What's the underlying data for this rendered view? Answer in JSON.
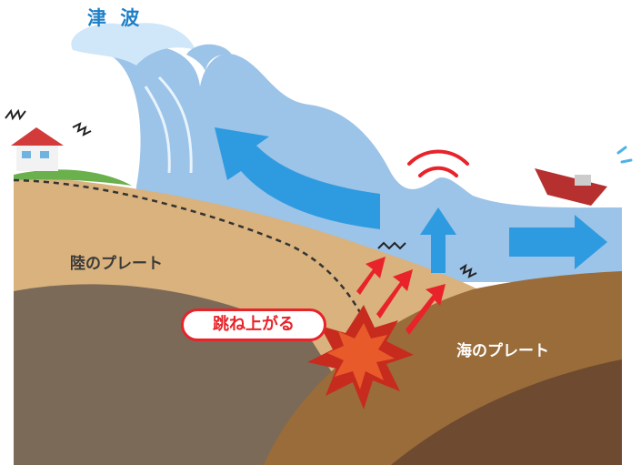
{
  "title": "津 波",
  "labels": {
    "land_plate": "陸のプレート",
    "sea_plate": "海のプレート",
    "rebound": "跳ね上がる"
  },
  "colors": {
    "wave": "#9cc3e8",
    "wave_light": "#cfe7f8",
    "arrow": "#2e9be0",
    "rebound_arrow": "#e8232a",
    "land_plate": "#d9b27d",
    "land_deep": "#7b6a58",
    "sea_plate": "#9a6c3a",
    "sea_deep": "#6e4a30",
    "grass": "#6ab04c"
  }
}
